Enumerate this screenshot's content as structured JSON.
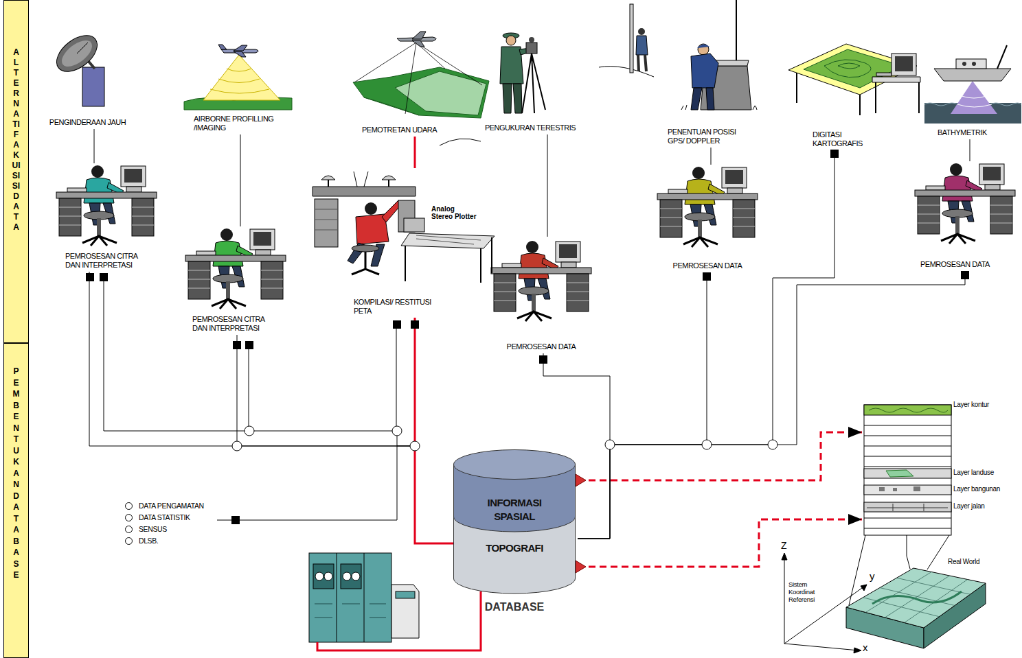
{
  "diagram": {
    "nodes": [
      {
        "text": [
          "ALTERNATIF AKUISISI DATA"
        ]
      },
      {
        "text": [
          "PEMBENTUKAN DATABASE"
        ]
      },
      {
        "text": [
          "PENGINDERAAN JAUH"
        ]
      },
      {
        "text": [
          "AIRBORNE PROFILLING /IMAGING"
        ]
      },
      {
        "text": [
          "PEMOTRETAN UDARA"
        ]
      },
      {
        "text": [
          "PENGUKURAN TERESTRIS"
        ]
      },
      {
        "text": [
          "PENENTUAN POSISI GPS/ DOPPLER"
        ]
      },
      {
        "text": [
          "DIGITASI KARTOGRAFIS"
        ]
      },
      {
        "text": [
          "BATHYMETRIK"
        ]
      },
      {
        "text": [
          "PEMROSESAN CITRA DAN INTERPRETASI"
        ]
      },
      {
        "text": [
          "PEMROSESAN CITRA DAN INTERPRETASI"
        ]
      },
      {
        "text": [
          "KOMPILASI/ RESTITUSI PETA"
        ]
      },
      {
        "text": [
          "PEMROSESAN DATA"
        ]
      },
      {
        "text": [
          "PEMROSESAN DATA"
        ]
      },
      {
        "text": [
          "PEMROSESAN DATA"
        ]
      },
      {
        "text": [
          "DATA PENGAMATAN",
          "DATA STATISTIK",
          "SENSUS",
          "DLSB."
        ]
      },
      {
        "text": [
          "INFORMASI SPASIAL",
          "TOPOGRAFI",
          "DATABASE"
        ]
      },
      {
        "text": [
          "Layer kontur",
          "Layer landuse",
          "Layer bangunan",
          "Layer jalan"
        ]
      },
      {
        "text": [
          "Real World"
        ]
      }
    ],
    "edges": [
      {
        "from": 2,
        "to": 9,
        "arrow": "none"
      },
      {
        "from": 3,
        "to": 10,
        "arrow": "none"
      },
      {
        "from": 4,
        "to": 11,
        "arrow": "none"
      },
      {
        "from": 5,
        "to": 12,
        "arrow": "none"
      },
      {
        "from": 6,
        "to": 13,
        "arrow": "none"
      },
      {
        "from": 8,
        "to": 14,
        "arrow": "none"
      },
      {
        "from": 9,
        "to": 16,
        "arrow": "none"
      },
      {
        "from": 10,
        "to": 16,
        "arrow": "none"
      },
      {
        "from": 15,
        "to": 16,
        "arrow": "none"
      },
      {
        "from": 11,
        "to": 16,
        "arrow": "none"
      },
      {
        "from": 12,
        "to": 16,
        "arrow": "none"
      },
      {
        "from": 13,
        "to": 16,
        "arrow": "none"
      },
      {
        "from": 7,
        "to": 16,
        "arrow": "none"
      },
      {
        "from": 14,
        "to": 16,
        "arrow": "none"
      },
      {
        "from": 16,
        "to": 17,
        "arrow": "to"
      },
      {
        "from": 16,
        "to": 17,
        "arrow": "to"
      },
      {
        "from": 17,
        "to": 18,
        "arrow": "none"
      }
    ],
    "labels": [
      "Analog Stereo Plotter",
      "Sistem Koordinat Referensi",
      "Z",
      "y",
      "x"
    ]
  }
}
